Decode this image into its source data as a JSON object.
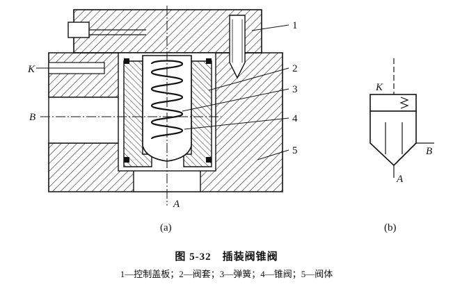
{
  "figure": {
    "parts": [
      {
        "num": "1"
      },
      {
        "num": "2"
      },
      {
        "num": "3"
      },
      {
        "num": "4"
      },
      {
        "num": "5"
      }
    ],
    "ports": {
      "K": "K",
      "B": "B",
      "A": "A"
    },
    "sublabels": {
      "a": "(a)",
      "b": "(b)"
    },
    "caption": "图 5-32　插装阀锥阀",
    "legend": "1—控制盖板；2—阀套；3—弹簧；4—锥阀；5—阀体"
  }
}
